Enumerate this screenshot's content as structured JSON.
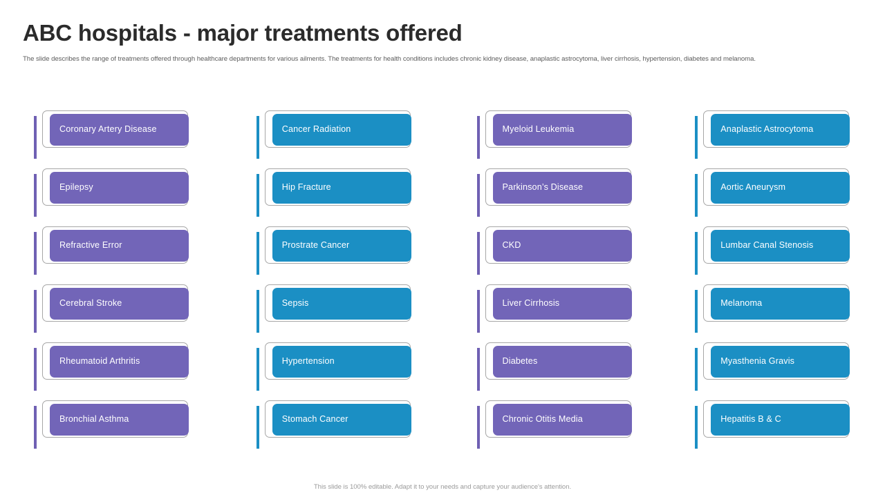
{
  "header": {
    "title": "ABC hospitals - major treatments offered",
    "subtitle": "The slide describes the range of treatments offered through healthcare departments for various ailments. The treatments for health conditions includes chronic kidney disease, anaplastic astrocytoma, liver cirrhosis, hypertension, diabetes and melanoma."
  },
  "colors": {
    "purple": "#7265b8",
    "blue": "#1b8fc4",
    "purple_bar": "#6f60b3",
    "blue_bar": "#1b8fc4",
    "card_border": "#a6a6a6",
    "title": "#2b2b2b",
    "subtitle": "#5b5b5b",
    "footer": "#9a9a9a",
    "background": "#ffffff",
    "label": "#ffffff"
  },
  "columns": [
    {
      "accent": "#6f60b3",
      "fill": "#7265b8",
      "items": [
        {
          "label": "Coronary Artery  Disease"
        },
        {
          "label": "Epilepsy"
        },
        {
          "label": "Refractive Error"
        },
        {
          "label": "Cerebral Stroke"
        },
        {
          "label": "Rheumatoid  Arthritis"
        },
        {
          "label": "Bronchial Asthma"
        }
      ]
    },
    {
      "accent": "#1b8fc4",
      "fill": "#1b8fc4",
      "items": [
        {
          "label": "Cancer Radiation"
        },
        {
          "label": "Hip Fracture"
        },
        {
          "label": "Prostrate Cancer"
        },
        {
          "label": "Sepsis"
        },
        {
          "label": "Hypertension"
        },
        {
          "label": "Stomach Cancer"
        }
      ]
    },
    {
      "accent": "#6f60b3",
      "fill": "#7265b8",
      "items": [
        {
          "label": "Myeloid Leukemia"
        },
        {
          "label": "Parkinson’s Disease"
        },
        {
          "label": "CKD"
        },
        {
          "label": "Liver Cirrhosis"
        },
        {
          "label": "Diabetes"
        },
        {
          "label": "Chronic Otitis Media"
        }
      ]
    },
    {
      "accent": "#1b8fc4",
      "fill": "#1b8fc4",
      "items": [
        {
          "label": "Anaplastic Astrocytoma"
        },
        {
          "label": "Aortic  Aneurysm"
        },
        {
          "label": "Lumbar  Canal Stenosis"
        },
        {
          "label": "Melanoma"
        },
        {
          "label": "Myasthenia Gravis"
        },
        {
          "label": "Hepatitis B &  C"
        }
      ]
    }
  ],
  "footer": {
    "note": "This slide is 100% editable. Adapt it to your needs and capture your audience's attention."
  }
}
